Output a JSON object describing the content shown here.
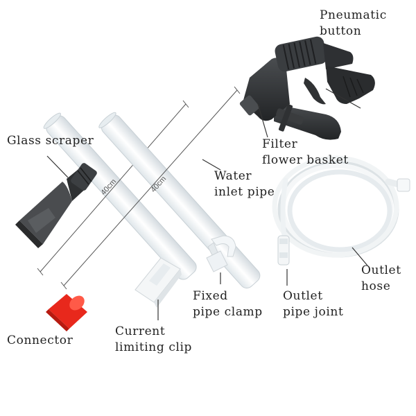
{
  "labels": {
    "pneumatic_button": [
      "Pneumatic",
      "button"
    ],
    "glass_scraper": "Glass scraper",
    "filter_flower_basket": [
      "Filter",
      "flower basket"
    ],
    "water_inlet_pipe": [
      "Water",
      "inlet pipe"
    ],
    "outlet_hose": [
      "Outlet",
      "hose"
    ],
    "fixed_pipe_clamp": [
      "Fixed",
      "pipe clamp"
    ],
    "outlet_pipe_joint": [
      "Outlet",
      "pipe joint"
    ],
    "connector": "Connector",
    "current_limiting_clip": [
      "Current",
      "limiting clip"
    ]
  },
  "dimensions": {
    "pipe_1_length": "40cm",
    "pipe_2_length": "40cm"
  },
  "colors": {
    "gun_body": "#2f3133",
    "pipe": "#eef3f6",
    "connector": "#e8281c",
    "hose": "#f4f6f7",
    "label_text": "#222222"
  }
}
